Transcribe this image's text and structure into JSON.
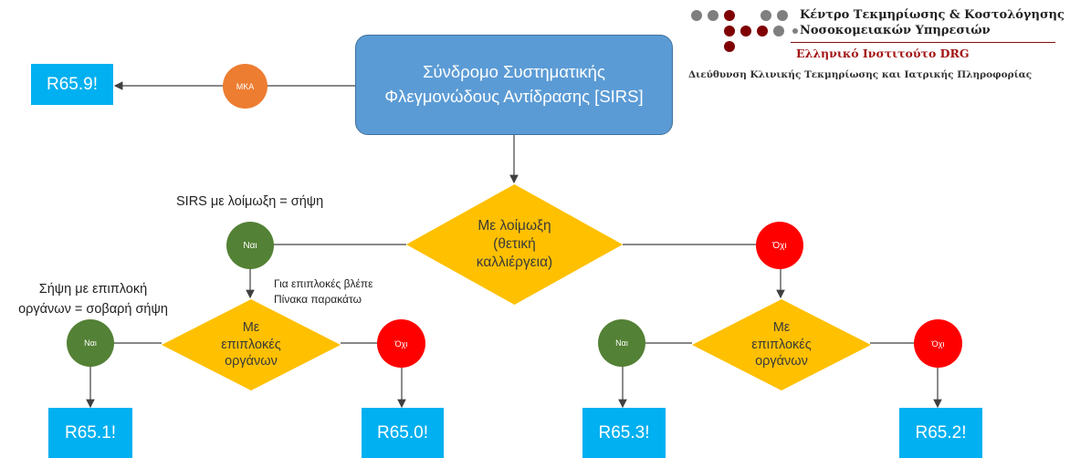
{
  "header": {
    "org_line1": "Κέντρο Τεκμηρίωσης & Κοστολόγησης",
    "org_line2": "Νοσοκομειακών Υπηρεσιών",
    "institute": "Ελληνικό Ινστιτούτο DRG",
    "directorate": "Διεύθυνση Κλινικής Τεκμηρίωσης και Ιατρικής Πληροφορίας",
    "dot_colors": [
      "#7f7f7f",
      "#7f0000"
    ]
  },
  "main_box": {
    "line1": "Σύνδρομο Συστηματικής",
    "line2": "Φλεγμονώδους Αντίδρασης [SIRS]"
  },
  "mka": {
    "label": "ΜΚΑ",
    "result": "R65.9!"
  },
  "decision_infection": {
    "line1": "Με λοίμωξη",
    "line2": "(θετική",
    "line3": "καλλιέργεια)"
  },
  "yes_label": "Ναι",
  "no_label": "Όχι",
  "decision_organs": {
    "line1": "Με",
    "line2": "επιπλοκές",
    "line3": "οργάνων"
  },
  "notes": {
    "sirs_infection": "SIRS με λοίμωξη = σήψη",
    "complications_line1": "Για επιπλοκές βλέπε",
    "complications_line2": "Πίνακα παρακάτω",
    "severe_line1": "Σήψη με επιπλοκή",
    "severe_line2": "οργάνων = σοβαρή σήψη"
  },
  "results": {
    "sepsis_with_organ": "R65.1!",
    "sepsis_without_organ": "R65.0!",
    "noninfectious_with_organ": "R65.3!",
    "noninfectious_without_organ": "R65.2!"
  },
  "colors": {
    "main_box": "#5b9bd5",
    "result_box": "#00b0f0",
    "diamond": "#ffc000",
    "yes": "#538135",
    "no": "#ff0000",
    "mka": "#ed7d31",
    "arrow": "#404040"
  }
}
